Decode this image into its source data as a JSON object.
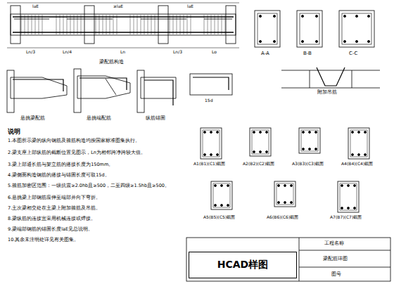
{
  "diagram": {
    "nodes": [
      {
        "text": [
          "HCAD样图"
        ]
      }
    ],
    "labels": [
      "说明",
      "1.本图所示梁的纵向钢筋及箍筋构造均按国家标准图集执行。",
      "2.梁支座上部纵筋的截断位置见图示，Ln为相邻跨净跨较大值。",
      "3.梁上部通长筋与架立筋的搭接长度为150mm。",
      "4.梁侧面构造钢筋的搭接与锚固长度可取15d。",
      "5.箍筋加密区范围：一级抗震≥2.0hb且≥500，二至四级≥1.5hb且≥500。",
      "6.悬挑梁上部钢筋应伸至端部并向下弯折。",
      "7.主次梁相交处在主梁上附加箍筋及吊筋。",
      "8.梁纵筋的连接宜采用机械连接或焊接。",
      "9.梁端部钢筋的锚固长度laE见总说明。",
      "10.其余未注明处详见有关图集。",
      "laE",
      "≥laE",
      "laE",
      "Ln/3",
      "Ln/4",
      "Ln",
      "Ln/3",
      "Lo",
      "梁配筋构造",
      "悬挑梁配筋",
      "悬挑端配筋",
      "纵筋锚固",
      "15d",
      "A-A",
      "B-B",
      "C-C",
      "附加吊筋",
      "A1(B1)(C1)截面",
      "A2(B2)(C2)截面",
      "A3(B3)(C3)截面",
      "A4(B4)(C4)截面",
      "A5(B5)(C5)截面",
      "A6(B6)(C6)截面",
      "A7(B7)(C7)截面",
      "工程名称",
      "梁配筋详图",
      "图号"
    ]
  }
}
